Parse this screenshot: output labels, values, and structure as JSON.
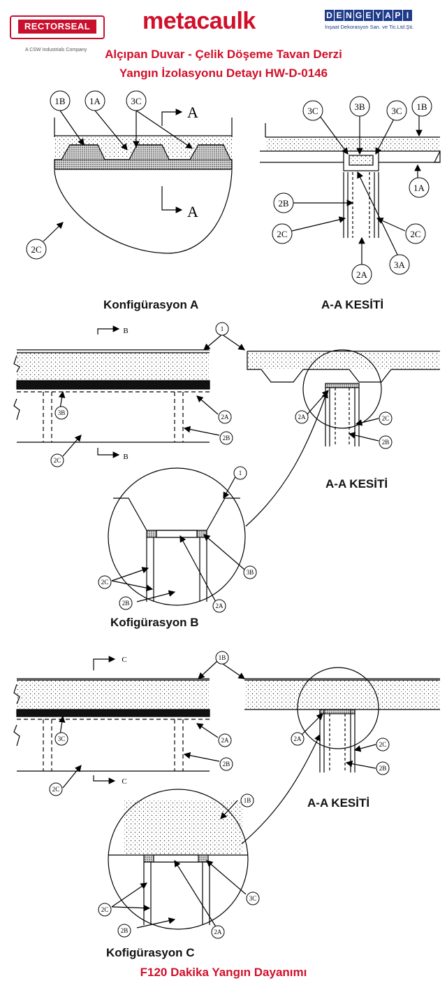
{
  "header": {
    "logo_left": "RECTORSEAL",
    "logo_left_sub": "A CSW Industrials Company",
    "logo_center": "metacaulk",
    "logo_right": "DENGEYAPI",
    "logo_right_sub": "İnşaat Dekorasyon San. ve Tic.Ltd.Şti."
  },
  "title": {
    "line1": "Alçıpan Duvar - Çelik Döşeme Tavan Derzi",
    "line2": "Yangın İzolasyonu Detayı HW-D-0146"
  },
  "sections": {
    "a": {
      "caption": "Konfigürasyon A",
      "section_caption": "A-A KESİTİ",
      "section_mark": "A",
      "labels": {
        "l1B": "1B",
        "l1A": "1A",
        "l3C": "3C",
        "l2C": "2C",
        "l3B": "3B",
        "l2B": "2B",
        "l2A": "2A",
        "l3A": "3A"
      }
    },
    "b": {
      "caption": "Kofigürasyon B",
      "section_caption": "A-A KESİTİ",
      "section_mark": "B",
      "labels": {
        "l1": "1",
        "l3B": "3B",
        "l2A": "2A",
        "l2B": "2B",
        "l2C": "2C"
      }
    },
    "c": {
      "caption": "Kofigürasyon C",
      "section_caption": "A-A KESİTİ",
      "section_mark": "C",
      "labels": {
        "l1B": "1B",
        "l3C": "3C",
        "l2A": "2A",
        "l2B": "2B",
        "l2C": "2C"
      }
    }
  },
  "footer": "F120 Dakika Yangın Dayanımı"
}
